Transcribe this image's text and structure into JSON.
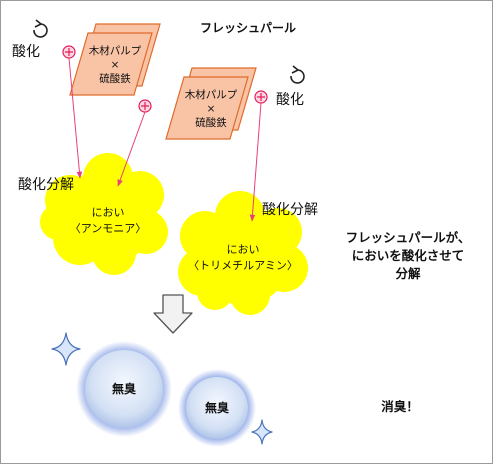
{
  "title": "フレッシュパール",
  "oxidation_label": "酸化",
  "decomposition_label": "酸化分解",
  "card": {
    "line1": "木材パルプ",
    "line2": "×",
    "line3": "硫酸鉄"
  },
  "odor1": {
    "line1": "におい",
    "line2": "〈アンモニア〉"
  },
  "odor2": {
    "line1": "におい",
    "line2": "〈トリメチルアミン〉"
  },
  "explanation": {
    "line1": "フレッシュパールが、",
    "line2": "においを酸化させて",
    "line3": "分解"
  },
  "odorless_label": "無臭",
  "deodorized_label": "消臭！",
  "colors": {
    "card_fill": "#f9c3a6",
    "card_stroke": "#e06b2c",
    "odor_fill": "#ffff00",
    "arrow": "#e8407a",
    "plus": "#e0205a",
    "sparkle": "#4a72b8"
  }
}
